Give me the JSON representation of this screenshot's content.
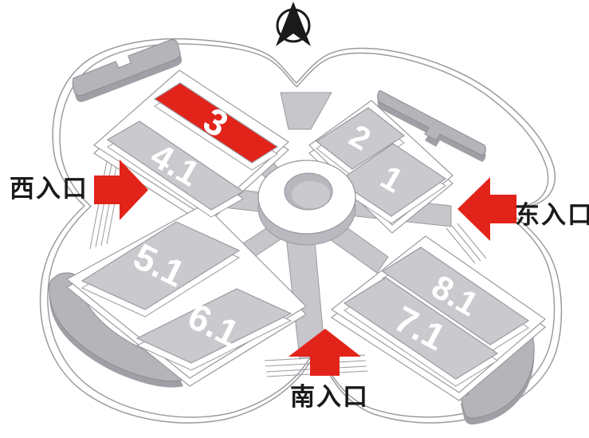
{
  "map": {
    "compass": {
      "icon": "north-arrow"
    },
    "entrances": {
      "west": {
        "label": "西入口",
        "arrow_direction": "right"
      },
      "east": {
        "label": "东入口",
        "arrow_direction": "left"
      },
      "south": {
        "label": "南入口",
        "arrow_direction": "up"
      }
    },
    "halls": {
      "h3": {
        "label": "3",
        "highlighted": true
      },
      "h41": {
        "label": "4.1",
        "highlighted": false
      },
      "h2": {
        "label": "2",
        "highlighted": false
      },
      "h1": {
        "label": "1",
        "highlighted": false
      },
      "h51": {
        "label": "5.1",
        "highlighted": false
      },
      "h61": {
        "label": "6.1",
        "highlighted": false
      },
      "h81": {
        "label": "8.1",
        "highlighted": false
      },
      "h71": {
        "label": "7.1",
        "highlighted": false
      }
    },
    "colors": {
      "highlight_red": "#e2231a",
      "hall_gray": "#c9c9ce",
      "canopy_gray": "#b4b4b9",
      "walkway_gray": "#c6c6cb",
      "outline_gray": "#9a9aa0",
      "text_black": "#1a1a1a",
      "hall_label_white": "#ffffff"
    }
  }
}
